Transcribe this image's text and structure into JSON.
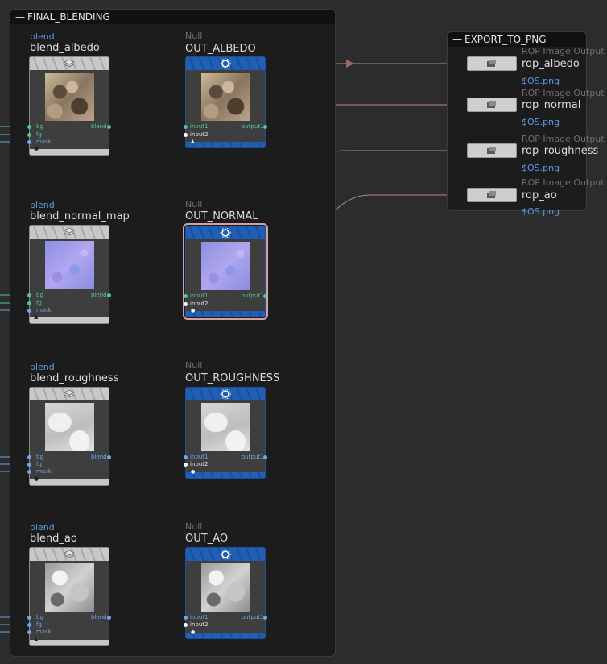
{
  "final_blending": {
    "title": "FINAL_BLENDING",
    "collapse": "—"
  },
  "export_to_png": {
    "title": "EXPORT_TO_PNG",
    "collapse": "—"
  },
  "colors": {
    "wire_green": "#52c49a",
    "wire_blue": "#6ea6e6",
    "wire_rop": "#b38a80",
    "null_blue": "#1f5fb5",
    "selected_outline": "#d7a0a0",
    "type_blue": "#5a9be0"
  },
  "ports": {
    "bg": "bg",
    "fg": "fg",
    "mask": "mask",
    "blend_out": "blend",
    "input1": "input1",
    "input2": "input2",
    "output1": "output1"
  },
  "icons": {
    "composite_node": "layers-icon",
    "null_node": "sun-gear-icon",
    "rop_node": "render-output-icon",
    "footer": "bypass-flag-icon"
  },
  "blend_nodes": [
    {
      "type": "blend",
      "name": "blend_albedo",
      "thumb": "albedo",
      "footer": "●"
    },
    {
      "type": "blend",
      "name": "blend_normal_map",
      "thumb": "normal",
      "footer": "▲"
    },
    {
      "type": "blend",
      "name": "blend_roughness",
      "thumb": "rough",
      "footer": "●"
    },
    {
      "type": "blend",
      "name": "blend_ao",
      "thumb": "ao",
      "footer": "▲"
    }
  ],
  "null_nodes": [
    {
      "type": "Null",
      "name": "OUT_ALBEDO",
      "footer": "▲"
    },
    {
      "type": "Null",
      "name": "OUT_NORMAL",
      "footer": "●",
      "selected": true
    },
    {
      "type": "Null",
      "name": "OUT_ROUGHNESS",
      "footer": "●"
    },
    {
      "type": "Null",
      "name": "OUT_AO",
      "footer": "●"
    }
  ],
  "rop_nodes": [
    {
      "type": "ROP Image Output",
      "name": "rop_albedo",
      "output": "$OS.png"
    },
    {
      "type": "ROP Image Output",
      "name": "rop_normal",
      "output": "$OS.png"
    },
    {
      "type": "ROP Image Output",
      "name": "rop_roughness",
      "output": "$OS.png"
    },
    {
      "type": "ROP Image Output",
      "name": "rop_ao",
      "output": "$OS.png"
    }
  ]
}
